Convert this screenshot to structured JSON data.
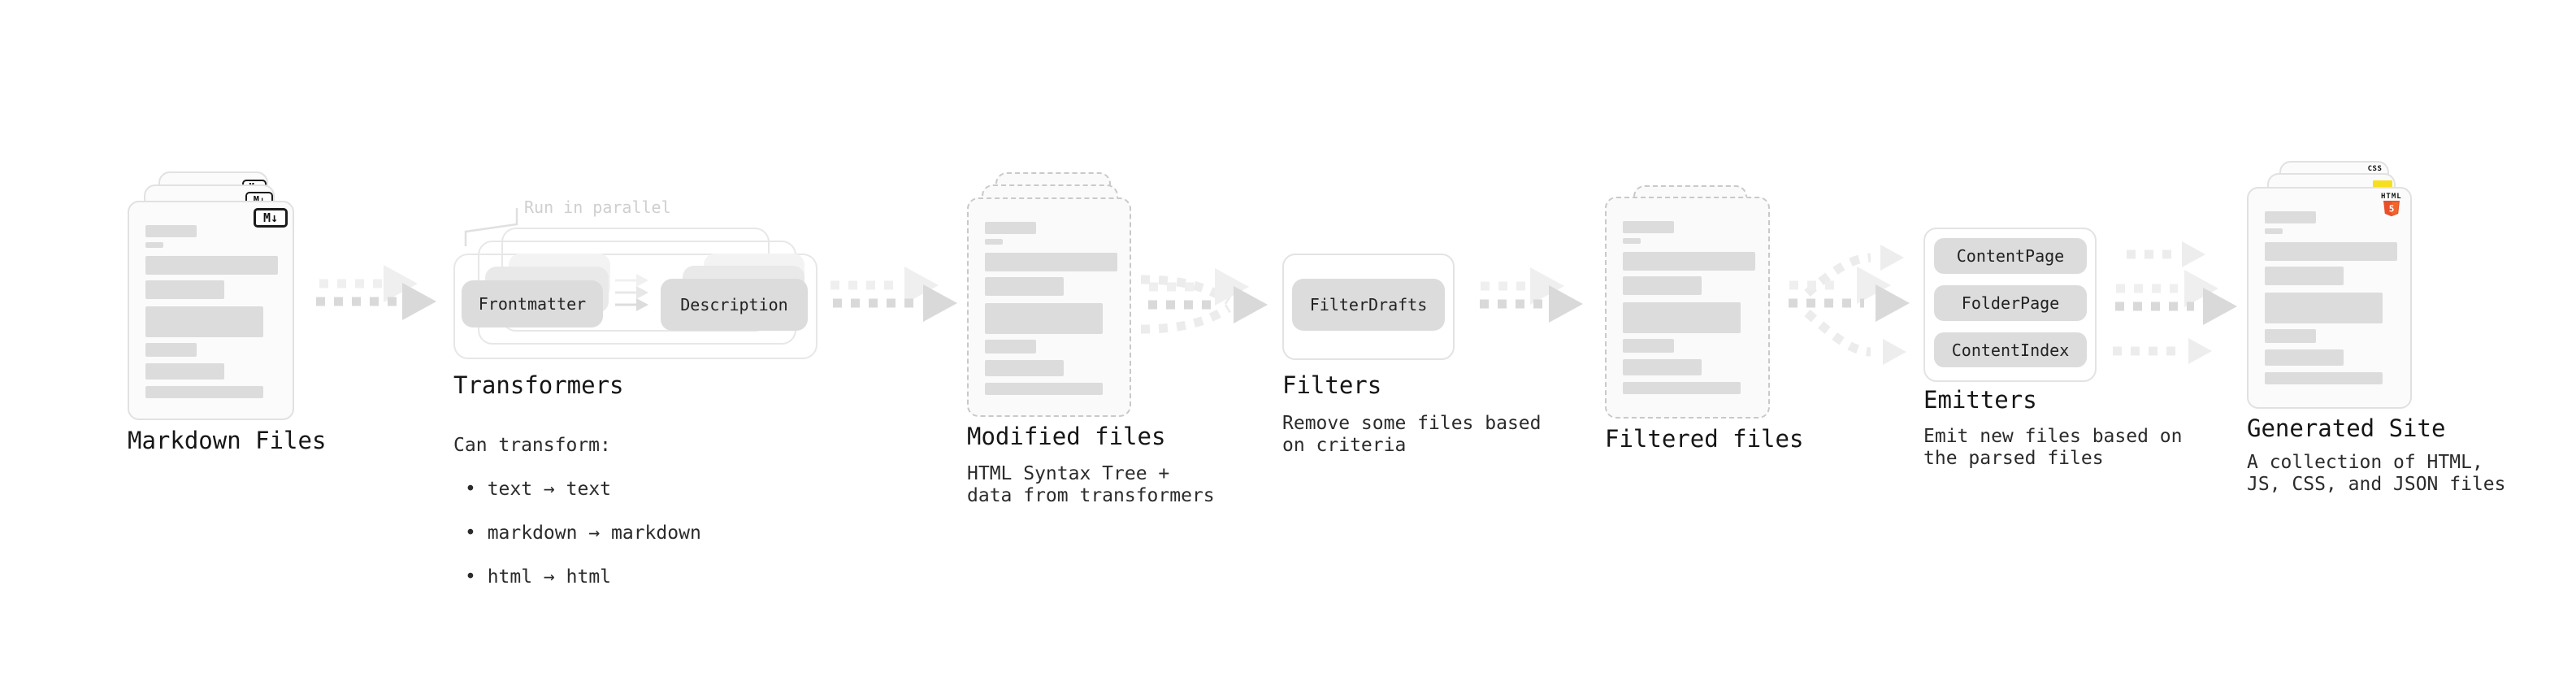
{
  "sections": {
    "markdown_files": {
      "title": "Markdown Files",
      "badge": "M↓"
    },
    "transformers": {
      "title": "Transformers",
      "annotation": "Run in parallel",
      "pill_frontmatter": "Frontmatter",
      "pill_description": "Description",
      "desc_lines": [
        "Can transform:",
        "• text → text",
        "• markdown → markdown",
        "• html → html"
      ]
    },
    "modified_files": {
      "title": "Modified files",
      "desc": "HTML Syntax Tree +\ndata from transformers"
    },
    "filters": {
      "title": "Filters",
      "pill": "FilterDrafts",
      "desc": "Remove some files based\non criteria"
    },
    "filtered_files": {
      "title": "Filtered files"
    },
    "emitters": {
      "title": "Emitters",
      "pills": [
        "ContentPage",
        "FolderPage",
        "ContentIndex"
      ],
      "desc": "Emit new files based on\nthe parsed files"
    },
    "generated_site": {
      "title": "Generated Site",
      "desc": "A collection of HTML,\nJS, CSS, and JSON files",
      "badge_css": "CSS",
      "badge_html": "HTML",
      "badge_html_num": "5"
    }
  },
  "colors": {
    "js_badge_yellow": "#f7df1e",
    "css_badge_blue": "#2965f1",
    "html5_orange": "#e8502b",
    "arrow_dark": "#d9d9d9",
    "arrow_light": "#efefef"
  }
}
